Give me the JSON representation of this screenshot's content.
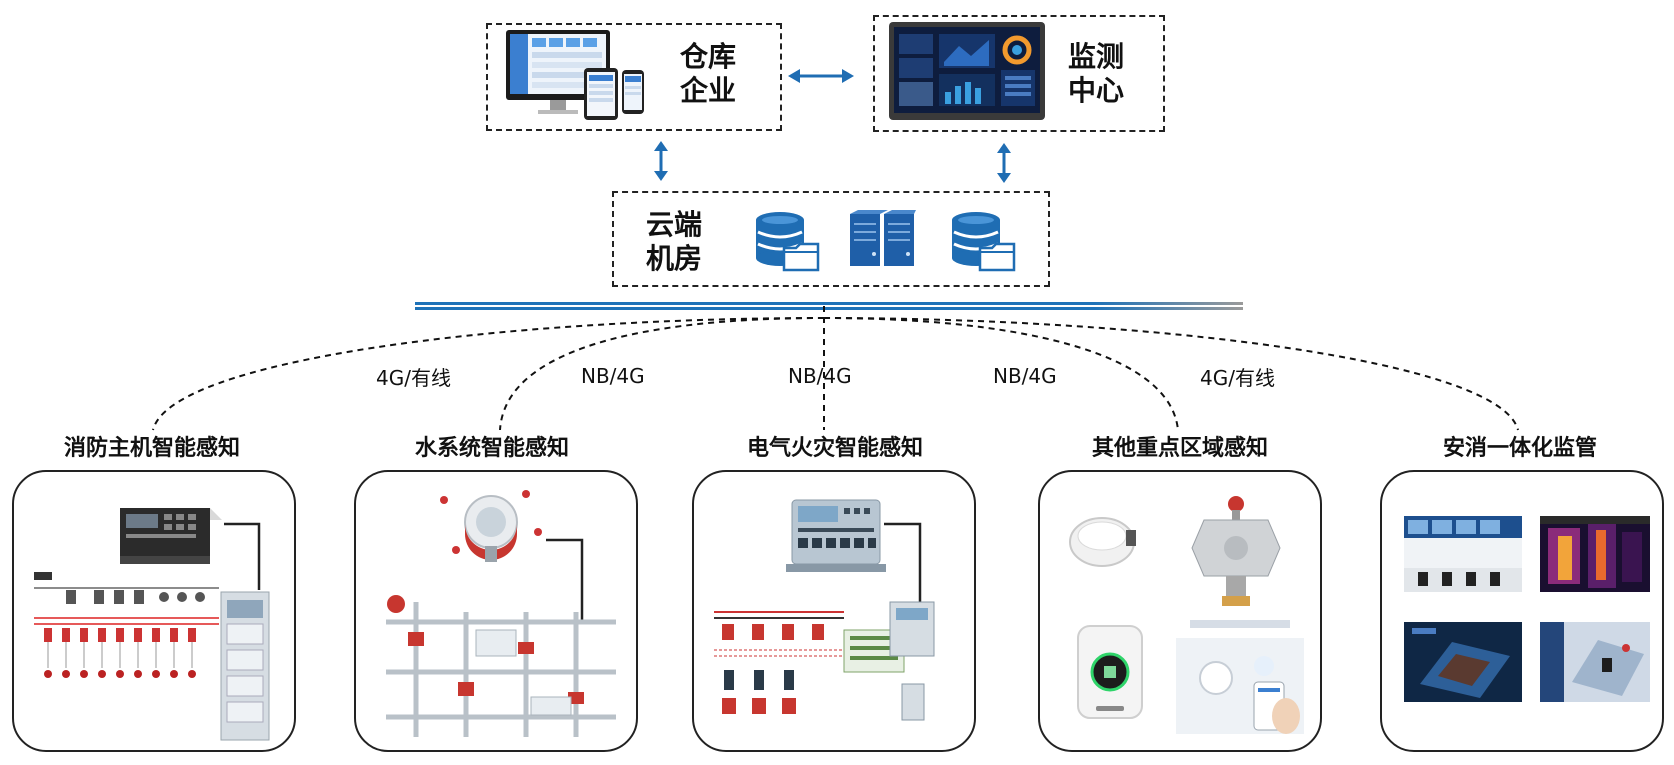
{
  "top": {
    "warehouse": {
      "title": "仓库\n企业"
    },
    "monitor": {
      "title": "监测\n中心"
    }
  },
  "cloud": {
    "title": "云端\n机房"
  },
  "links": [
    "4G/有线",
    "NB/4G",
    "NB/4G",
    "NB/4G",
    "4G/有线"
  ],
  "categories": [
    {
      "title": "消防主机智能感知"
    },
    {
      "title": "水系统智能感知"
    },
    {
      "title": "电气火灾智能感知"
    },
    {
      "title": "其他重点区域感知"
    },
    {
      "title": "安消一体化监管"
    }
  ],
  "colors": {
    "arrow": "#1f6db3",
    "bus": "#1e72b8",
    "bus_end": "#9a9a9a",
    "server": "#1f5fa8"
  },
  "icons": [
    "computer-icon",
    "tablet-icon",
    "phone-icon",
    "dashboard-screen-icon",
    "database-icon",
    "server-rack-icon",
    "folder-icon",
    "double-arrow-icon"
  ]
}
